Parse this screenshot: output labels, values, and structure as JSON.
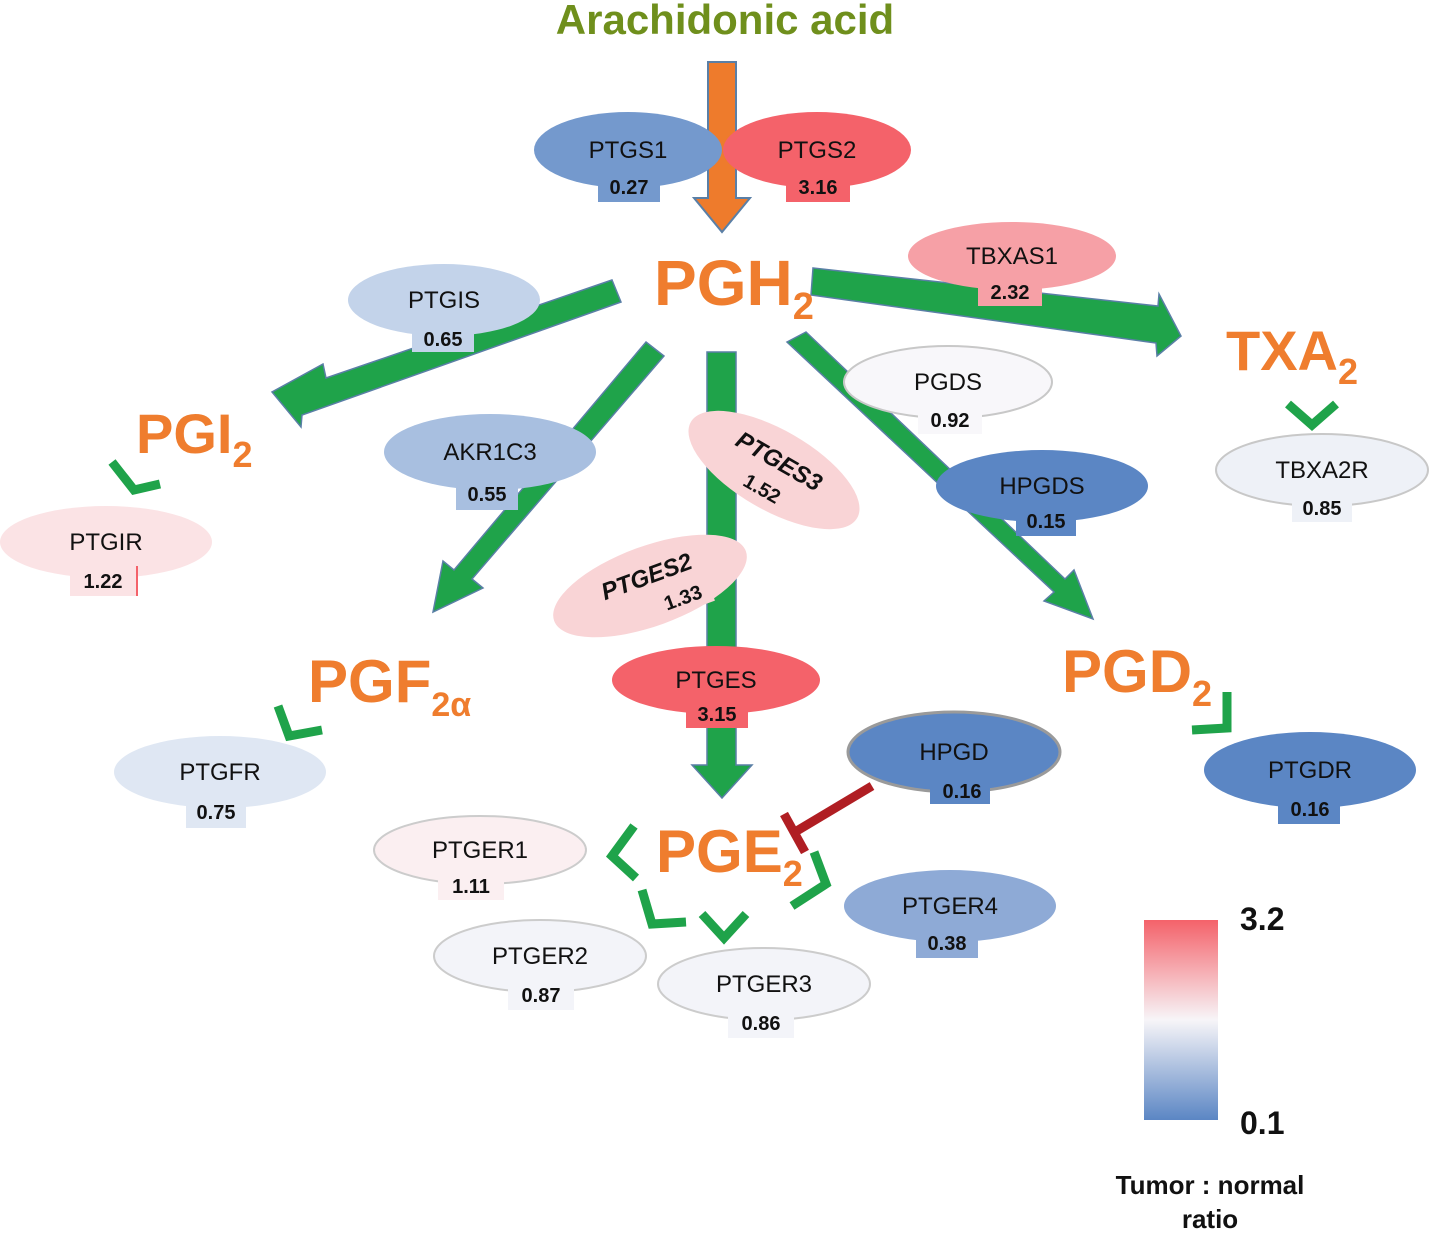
{
  "title": "Arachidonic acid",
  "metabolites": {
    "pgh2": {
      "base": "PGH",
      "sub": "2"
    },
    "pgi2": {
      "base": "PGI",
      "sub": "2"
    },
    "txa2": {
      "base": "TXA",
      "sub": "2"
    },
    "pgf2a": {
      "base": "PGF",
      "sub": "2α"
    },
    "pgd2": {
      "base": "PGD",
      "sub": "2"
    },
    "pge2": {
      "base": "PGE",
      "sub": "2"
    }
  },
  "enzymes": {
    "ptgs1": {
      "name": "PTGS1",
      "value": "0.27"
    },
    "ptgs2": {
      "name": "PTGS2",
      "value": "3.16"
    },
    "tbxas1": {
      "name": "TBXAS1",
      "value": "2.32"
    },
    "ptgis": {
      "name": "PTGIS",
      "value": "0.65"
    },
    "pgds": {
      "name": "PGDS",
      "value": "0.92"
    },
    "akr1c3": {
      "name": "AKR1C3",
      "value": "0.55"
    },
    "ptges3": {
      "name": "PTGES3",
      "value": "1.52"
    },
    "hpgds": {
      "name": "HPGDS",
      "value": "0.15"
    },
    "tbxa2r": {
      "name": "TBXA2R",
      "value": "0.85"
    },
    "ptgir": {
      "name": "PTGIR",
      "value": "1.22"
    },
    "ptges2": {
      "name": "PTGES2",
      "value": "1.33"
    },
    "ptges": {
      "name": "PTGES",
      "value": "3.15"
    },
    "hpgd": {
      "name": "HPGD",
      "value": "0.16"
    },
    "ptgdr": {
      "name": "PTGDR",
      "value": "0.16"
    },
    "ptgfr": {
      "name": "PTGFR",
      "value": "0.75"
    },
    "ptger1": {
      "name": "PTGER1",
      "value": "1.11"
    },
    "ptger4": {
      "name": "PTGER4",
      "value": "0.38"
    },
    "ptger2": {
      "name": "PTGER2",
      "value": "0.87"
    },
    "ptger3": {
      "name": "PTGER3",
      "value": "0.86"
    }
  },
  "legend": {
    "max": "3.2",
    "min": "0.1",
    "label_line1": "Tumor : normal",
    "label_line2": "ratio",
    "color_high": "#f4626a",
    "color_mid": "#f7f5f8",
    "color_low": "#5b86c4"
  },
  "colors": {
    "pathway_arrow": "#1fa34a",
    "main_arrow": "#ee7b2c",
    "metabolite_text": "#ef7d2e",
    "title_text": "#6f8f1c",
    "inhibition": "#b01e23"
  }
}
